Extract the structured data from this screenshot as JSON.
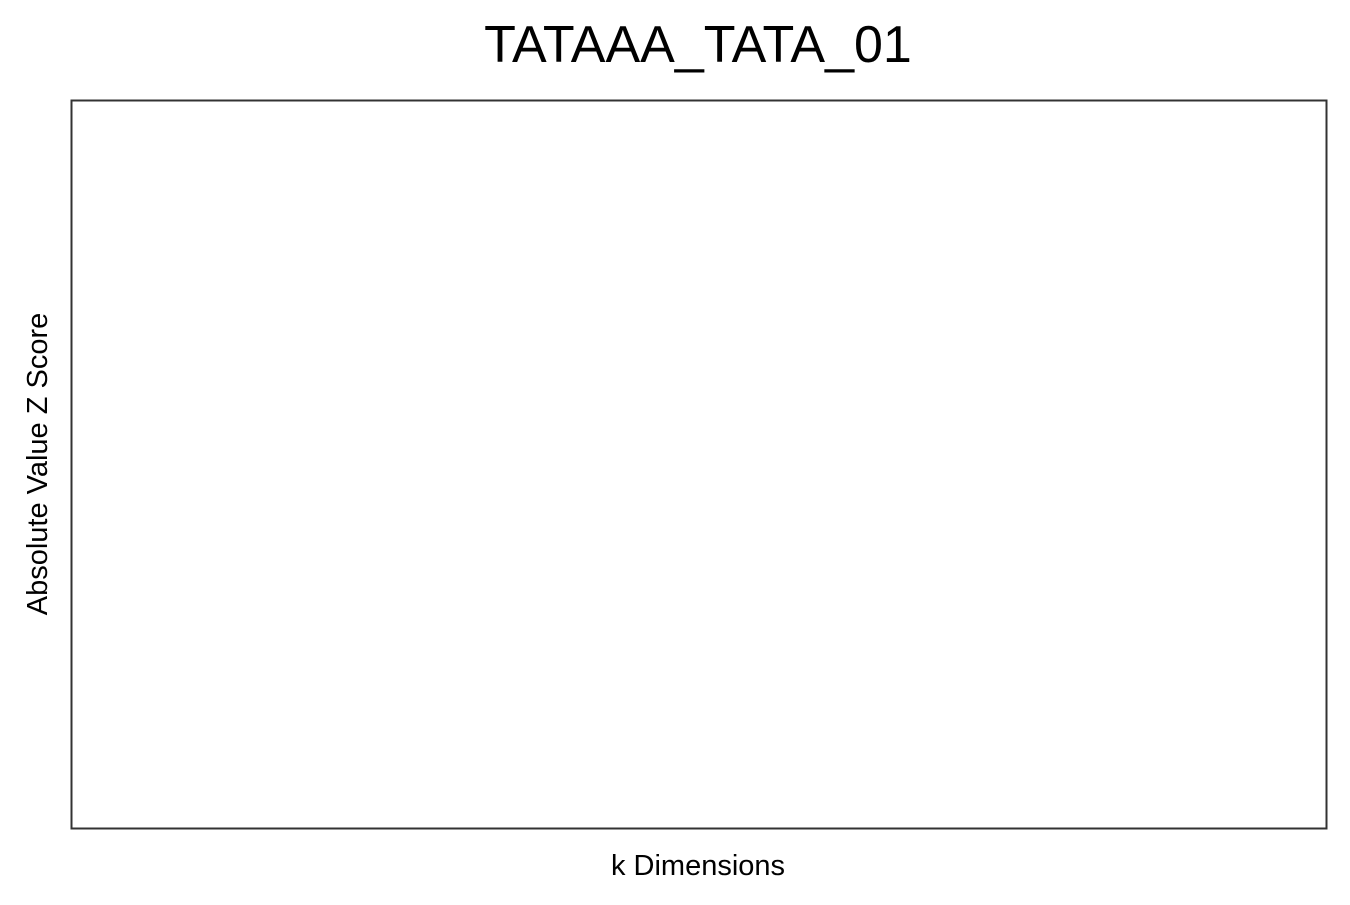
{
  "chart_data": {
    "type": "line",
    "title": "TATAAA_TATA_01",
    "xlabel": "k Dimensions",
    "ylabel": "Absolute Value Z Score",
    "series": [],
    "grid": false,
    "legend": "none",
    "colors": {
      "frame": "#333333",
      "text": "#000000",
      "background": "#ffffff"
    }
  }
}
